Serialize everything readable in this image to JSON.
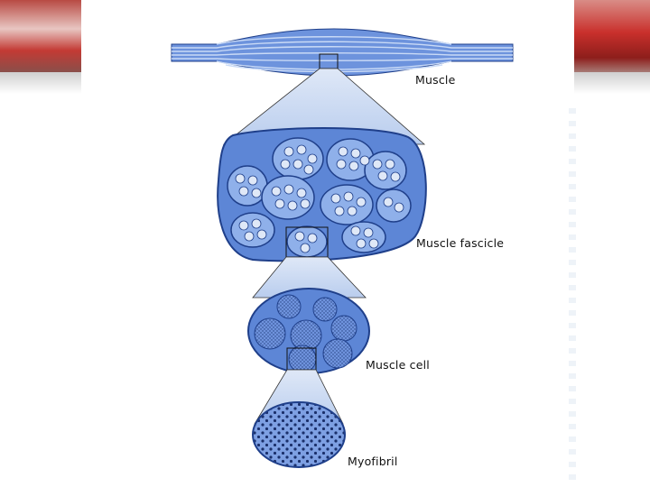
{
  "diagram": {
    "labels": {
      "muscle": "Muscle",
      "fascicle": "Muscle fascicle",
      "cell": "Muscle cell",
      "myofibril": "Myofibril"
    },
    "colors": {
      "fill": "#5d86d6",
      "fill_light": "#a9c2ec",
      "outline": "#1f3f8a",
      "dots": "#1a2f6a"
    }
  }
}
